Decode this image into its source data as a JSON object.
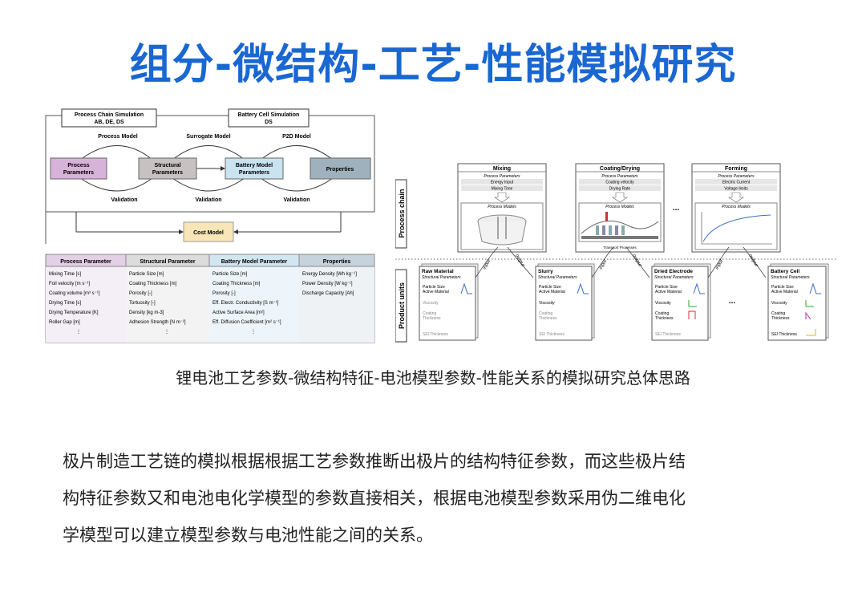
{
  "title": "组分-微结构-工艺-性能模拟研究",
  "left": {
    "sim_ps": "Process Chain Simulation",
    "sim_ps2": "AB, DE, DS",
    "sim_bc": "Battery Cell Simulation",
    "sim_bc2": "DS",
    "process_model": "Process Model",
    "surrogate_model": "Surrogate Model",
    "p2d_model": "P2D Model",
    "box_pp": [
      "Process",
      "Parameters"
    ],
    "box_sp": [
      "Structural",
      "Parameters"
    ],
    "box_bmp": [
      "Battery Model",
      "Parameters"
    ],
    "box_prop": "Properties",
    "validation": [
      "Validation",
      "Validation",
      "Validation"
    ],
    "cost_model": "Cost Model",
    "table_headers": [
      "Process Parameter",
      "Structural  Parameter",
      "Battery Model Parameter",
      "Properties"
    ],
    "table_cols": [
      [
        "Mixing Time [s]",
        "Foil velocity [m s⁻¹]",
        "Coating volume [m³ s⁻¹]",
        "Drying Time [s]",
        "Drying Temperature [K]",
        "Roller Gap [m]",
        "⋮"
      ],
      [
        "Particle Size [m]",
        "Coating Thickness [m]",
        "Porosity [-]",
        "Tortuosity [-]",
        "Density [kg m-3]",
        "Adhesion Strength [N m⁻²]",
        "⋮"
      ],
      [
        "Particle Size [m]",
        "Coating Thickness [m]",
        "Porosity [-]",
        "Eff. Electr. Conductivity [S m⁻¹]",
        "Active Surface Area [m²]",
        "Eff. Diffusion Coefficient [m² s⁻¹]",
        "⋮"
      ],
      [
        "Energy Density [Wh kg⁻¹]",
        "Power Density [W kg⁻¹]",
        "Discharge Capacity [Ah]"
      ]
    ]
  },
  "right": {
    "process_chain": "Process chain",
    "product_units": "Product units",
    "stages": [
      {
        "name": "Mixing",
        "sub": "Process Parameters",
        "rows": [
          "Energy Input",
          "Mixing Time"
        ],
        "models": "Process Models"
      },
      {
        "name": "Coating/Drying",
        "sub": "Process Parameters",
        "rows": [
          "Coating velocity",
          "Drying Rate"
        ],
        "models": "Process Models"
      },
      {
        "name": "Forming",
        "sub": "Process Parameters",
        "rows": [
          "Electric Current",
          "Voltage limits"
        ],
        "models": "Process Models"
      }
    ],
    "transport": "Transport Processes",
    "dots": "...",
    "units": [
      {
        "name": "Raw Material",
        "sub": "Structural Parameters",
        "rows": [
          "Particle Size",
          "Active Material",
          "Viscosity",
          "Coating",
          "Thickness",
          "SEI Thickness"
        ]
      },
      {
        "name": "Slurry",
        "sub": "Structural Parameters",
        "rows": [
          "Particle Size",
          "Active Material",
          "Viscosity",
          "Coating",
          "Thickness",
          "SEI Thickness"
        ]
      },
      {
        "name": "Dried Electrode",
        "sub": "Structural Parameters",
        "rows": [
          "Particle Size",
          "Active Material",
          "Viscosity",
          "Coating",
          "Thickness",
          "SEI Thickness"
        ]
      },
      {
        "name": "Battery Cell",
        "sub": "Structural Parameters",
        "rows": [
          "Particle Size",
          "Active Material",
          "Viscosity",
          "Coating",
          "Thickness",
          "SEI Thickness"
        ]
      }
    ],
    "input": "input",
    "output": "output"
  },
  "caption": "锂电池工艺参数-微结构特征-电池模型参数-性能关系的模拟研究总体思路",
  "paragraph": [
    "极片制造工艺链的模拟根据根据工艺参数推断出极片的结构特征参数，而这些极片结",
    "构特征参数又和电池电化学模型的参数直接相关，根据电池模型参数采用伪二维电化",
    "学模型可以建立模型参数与电池性能之间的关系。"
  ]
}
